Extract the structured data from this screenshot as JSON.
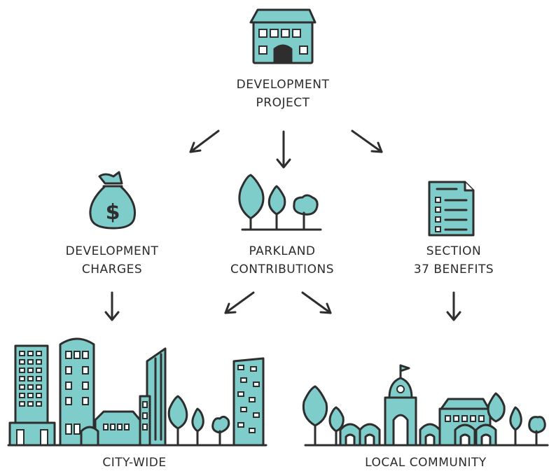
{
  "nodes": {
    "project": {
      "line1": "DEVELOPMENT",
      "line2": "PROJECT",
      "icon": "building-icon"
    },
    "charges": {
      "line1": "DEVELOPMENT",
      "line2": "CHARGES",
      "icon": "money-bag-icon"
    },
    "parkland": {
      "line1": "PARKLAND",
      "line2": "CONTRIBUTIONS",
      "icon": "trees-icon"
    },
    "section37": {
      "line1": "SECTION",
      "line2": "37 BENEFITS",
      "icon": "document-icon"
    },
    "citywide": {
      "label": "CITY-WIDE",
      "icon": "city-skyline-icon"
    },
    "local": {
      "label": "LOCAL COMMUNITY",
      "icon": "neighbourhood-icon"
    }
  },
  "colors": {
    "accent": "#7fcdcb",
    "ink": "#2e2e2e"
  }
}
